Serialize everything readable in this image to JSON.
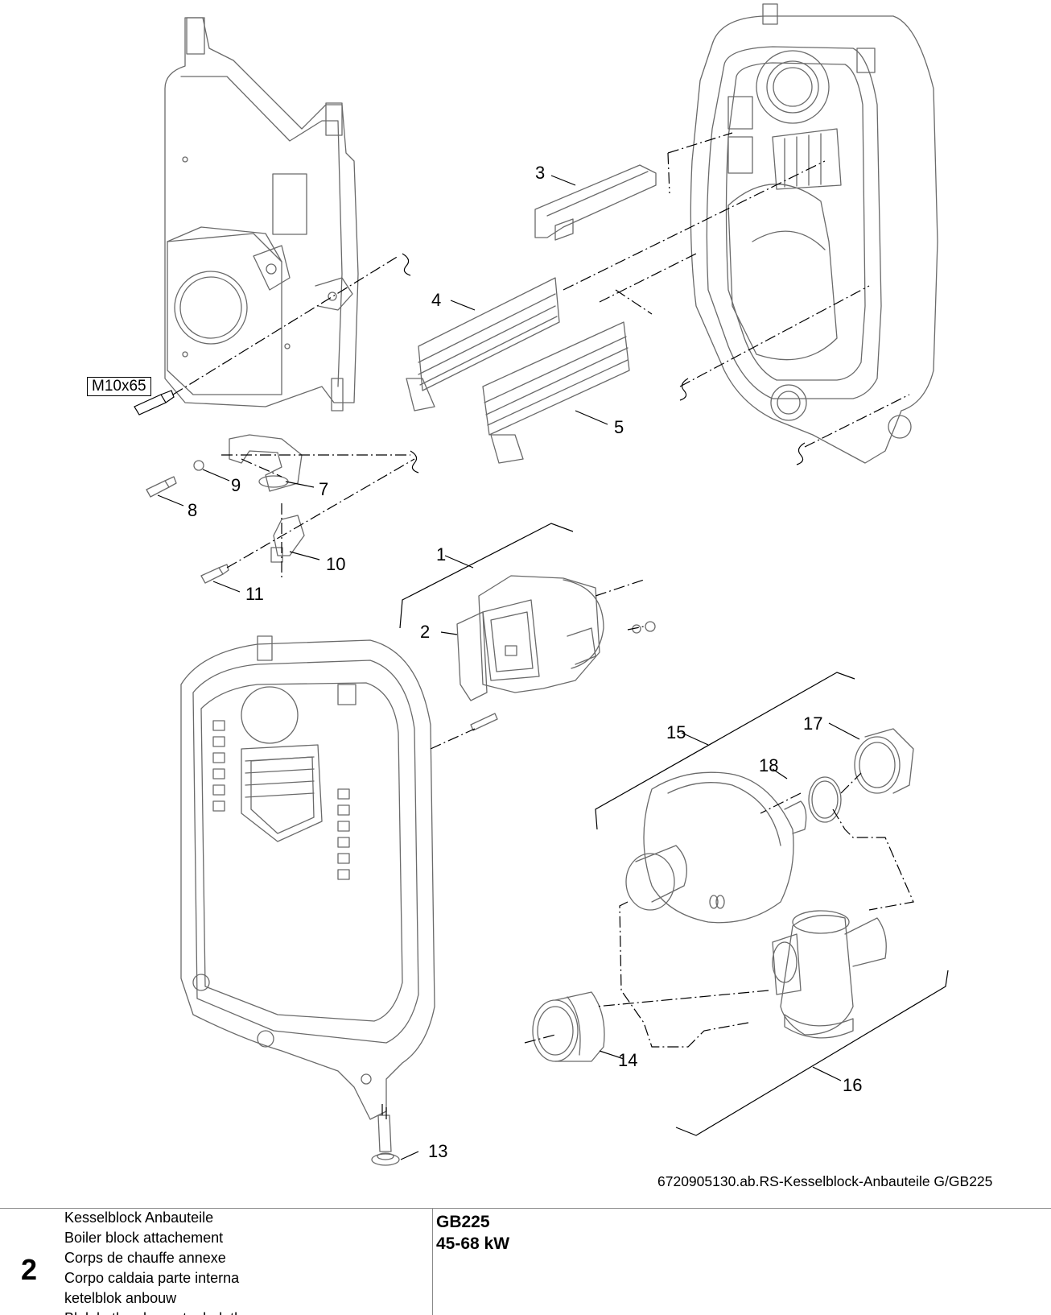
{
  "diagram": {
    "callouts": [
      {
        "id": "c1",
        "label": "1"
      },
      {
        "id": "c2",
        "label": "2"
      },
      {
        "id": "c3",
        "label": "3"
      },
      {
        "id": "c4",
        "label": "4"
      },
      {
        "id": "c5",
        "label": "5"
      },
      {
        "id": "c7",
        "label": "7"
      },
      {
        "id": "c8",
        "label": "8"
      },
      {
        "id": "c9",
        "label": "9"
      },
      {
        "id": "c10",
        "label": "10"
      },
      {
        "id": "c11",
        "label": "11"
      },
      {
        "id": "c13",
        "label": "13"
      },
      {
        "id": "c14",
        "label": "14"
      },
      {
        "id": "c15",
        "label": "15"
      },
      {
        "id": "c16",
        "label": "16"
      },
      {
        "id": "c17",
        "label": "17"
      },
      {
        "id": "c18",
        "label": "18"
      }
    ],
    "boxed_label": "M10x65",
    "drawing_reference": "6720905130.ab.RS-Kesselblock-Anbauteile G/GB225",
    "line_color": "#000000",
    "part_outline_color": "#6a6a6a"
  },
  "footer": {
    "section_number": "2",
    "titles": [
      "Kesselblock Anbauteile",
      "Boiler block attachement",
      "Corps de chauffe annexe",
      "Corpo caldaia parte interna",
      "ketelblok anbouw",
      "Blok kotła, elementy dodatkowe"
    ],
    "model": "GB225",
    "power_range": "45-68 kW"
  }
}
